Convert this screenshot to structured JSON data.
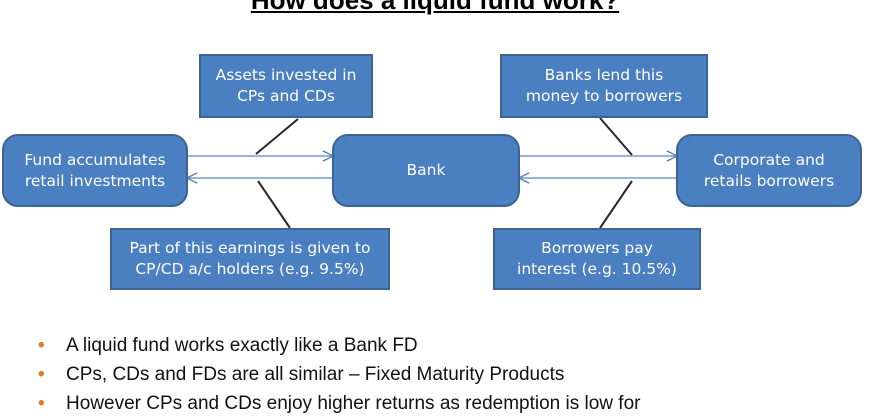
{
  "title": "How does a liquid fund work?",
  "boxes": {
    "fund": "Fund accumulates\nretail  investments",
    "bank": "Bank",
    "borrowers": "Corporate and\nretails borrowers",
    "assets": "Assets invested in\nCPs and CDs",
    "banks_lend": "Banks lend this\nmoney to borrowers",
    "earnings": "Part of this earnings is given to\nCP/CD a/c holders (e.g. 9.5%)",
    "interest": "Borrowers pay\ninterest (e.g. 10.5%)"
  },
  "bullets": [
    "A liquid fund works exactly like a Bank FD",
    "CPs, CDs and FDs are all similar – Fixed Maturity Products",
    "However CPs and CDs enjoy higher returns as redemption is low for"
  ],
  "colors": {
    "box_fill": "#4a7fc1",
    "box_border": "#3b6496",
    "bullet": "#e07b2a"
  }
}
